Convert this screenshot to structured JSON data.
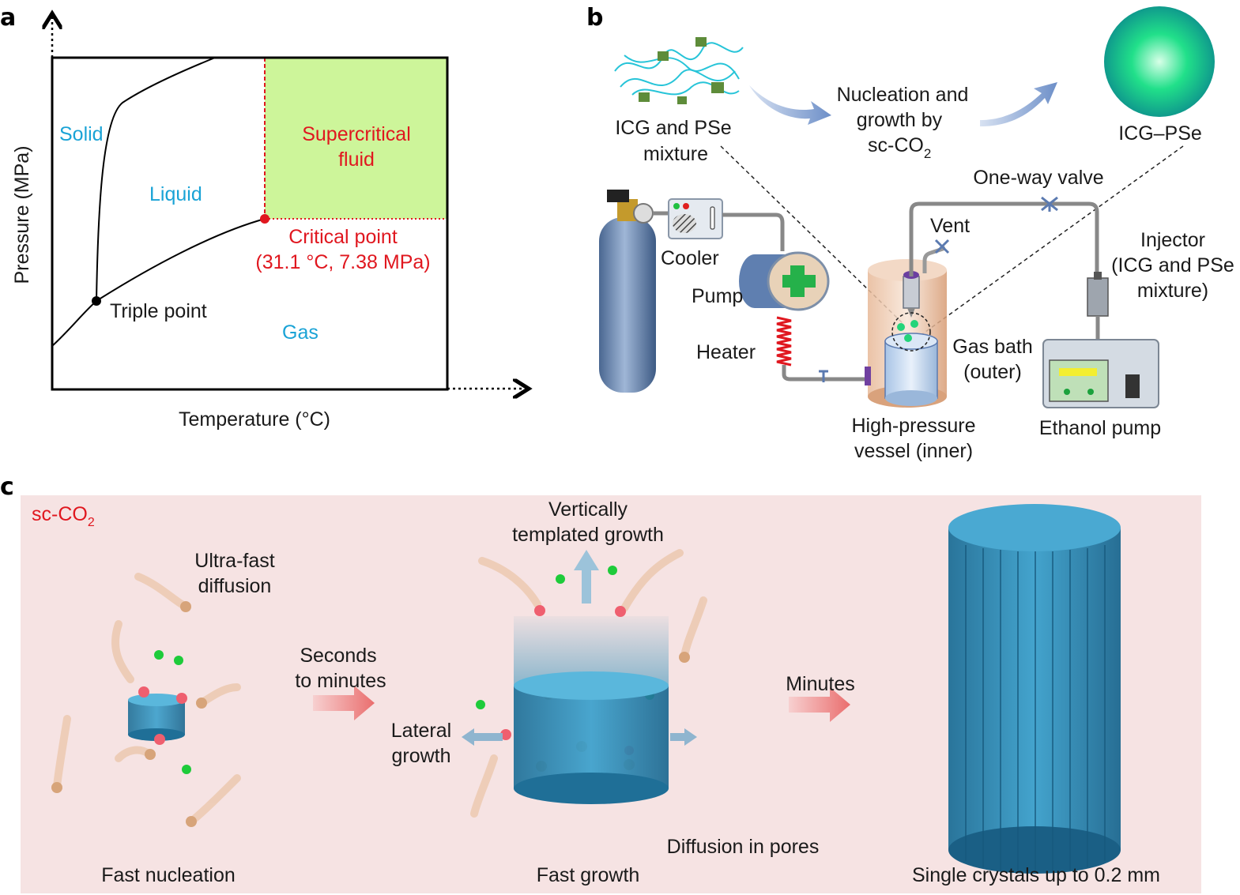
{
  "panels": {
    "a": "a",
    "b": "b",
    "c": "c"
  },
  "phase_diagram": {
    "y_axis": "Pressure (MPa)",
    "x_axis": "Temperature (°C)",
    "solid": "Solid",
    "liquid": "Liquid",
    "gas": "Gas",
    "supercritical_1": "Supercritical",
    "supercritical_2": "fluid",
    "critical_point_1": "Critical point",
    "critical_point_2": "(31.1 °C, 7.38 MPa)",
    "triple_point": "Triple point",
    "colors": {
      "supercritical": "#cdf59a",
      "critical": "#e0171f",
      "region_label": "#1aa3d6"
    }
  },
  "apparatus": {
    "mixture_1": "ICG and PSe",
    "mixture_2": "mixture",
    "process_1": "Nucleation and",
    "process_2": "growth by",
    "process_3": "sc-CO",
    "process_sub": "2",
    "product": "ICG–PSe",
    "valve": "One-way valve",
    "vent": "Vent",
    "cooler": "Cooler",
    "pump": "Pump",
    "heater": "Heater",
    "injector_1": "Injector",
    "injector_2": "(ICG and PSe",
    "injector_3": "mixture)",
    "bath_1": "Gas bath",
    "bath_2": "(outer)",
    "vessel_1": "High-pressure",
    "vessel_2": "vessel (inner)",
    "ethanol_pump": "Ethanol pump"
  },
  "growth": {
    "medium": "sc-CO",
    "medium_sub": "2",
    "diffusion_1": "Ultra-fast",
    "diffusion_2": "diffusion",
    "time_1a": "Seconds",
    "time_1b": "to minutes",
    "vertical_1": "Vertically",
    "vertical_2": "templated growth",
    "lateral_1": "Lateral",
    "lateral_2": "growth",
    "time_2": "Minutes",
    "pores": "Diffusion in pores",
    "stage_1": "Fast nucleation",
    "stage_2": "Fast growth",
    "stage_3": "Single crystals up to 0.2 mm",
    "colors": {
      "background": "#f6e3e3",
      "crystal": "#2f8fb8",
      "arrow": "#ef8a8a"
    }
  }
}
